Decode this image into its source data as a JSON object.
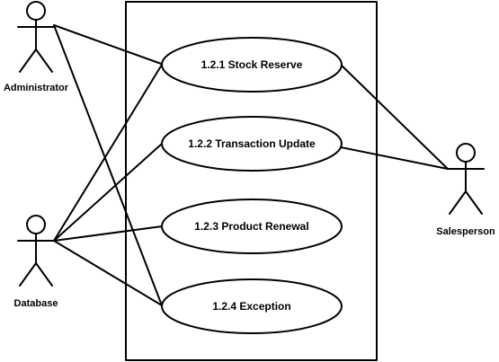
{
  "actors": {
    "administrator": "Administrator",
    "database": "Database",
    "salesperson": "Salesperson"
  },
  "use_cases": {
    "uc1": "1.2.1 Stock Reserve",
    "uc2": "1.2.2 Transaction Update",
    "uc3": "1.2.3 Product Renewal",
    "uc4": "1.2.4 Exception"
  },
  "associations": [
    [
      "Administrator",
      "1.2.1 Stock Reserve"
    ],
    [
      "Administrator",
      "1.2.4 Exception"
    ],
    [
      "Database",
      "1.2.1 Stock Reserve"
    ],
    [
      "Database",
      "1.2.2 Transaction Update"
    ],
    [
      "Database",
      "1.2.3 Product Renewal"
    ],
    [
      "Database",
      "1.2.4 Exception"
    ],
    [
      "Salesperson",
      "1.2.1 Stock Reserve"
    ],
    [
      "Salesperson",
      "1.2.2 Transaction Update"
    ]
  ]
}
